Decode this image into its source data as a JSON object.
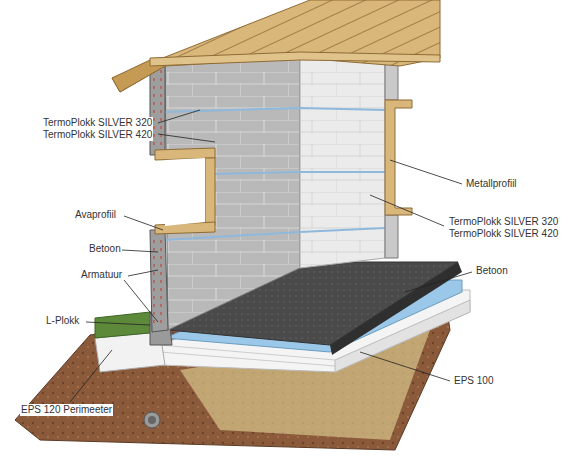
{
  "diagram": {
    "labels": [
      "TermoPlokk SILVER 320",
      "TermoPlokk SILVER 420",
      "Metallprofiil",
      "TermoPlokk SILVER 320",
      "TermoPlokk SILVER 420",
      "Avaprofiil",
      "Betoon",
      "Armatuur",
      "L-Plokk",
      "Betoon",
      "EPS 100",
      "EPS 120 Perimeeter"
    ]
  }
}
